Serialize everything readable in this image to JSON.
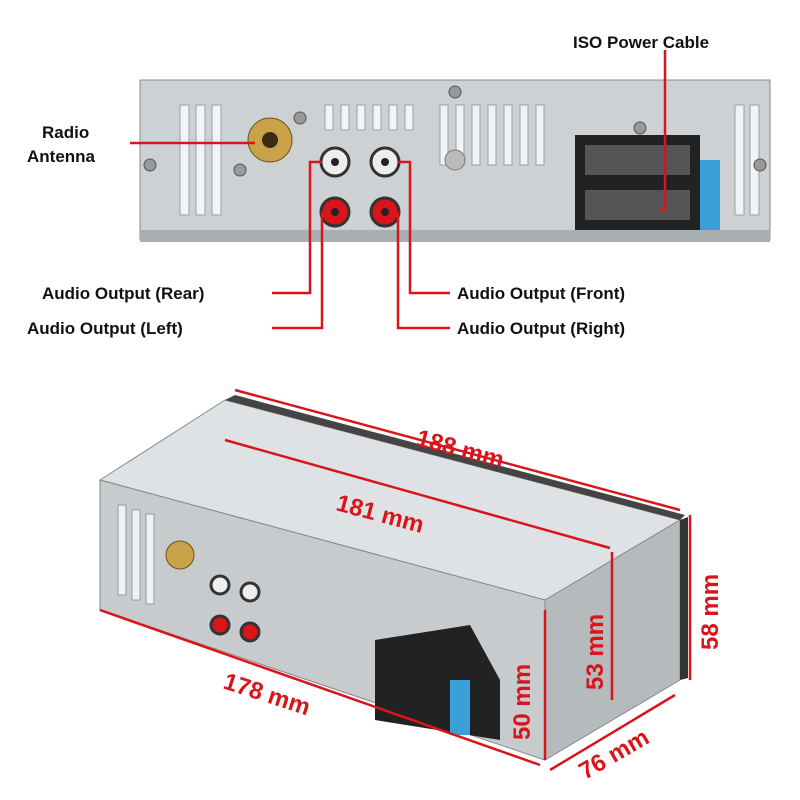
{
  "labels": {
    "iso_power_cable": "ISO Power Cable",
    "radio_antenna_line1": "Radio",
    "radio_antenna_line2": "Antenna",
    "audio_rear": "Audio Output (Rear)",
    "audio_left": "Audio Output (Left)",
    "audio_front": "Audio Output (Front)",
    "audio_right": "Audio Output (Right)"
  },
  "dimensions": {
    "length_outer": "188 mm",
    "length_inner": "181 mm",
    "length_body": "178 mm",
    "height_outer": "58 mm",
    "height_inner": "53 mm",
    "height_body": "50 mm",
    "depth": "76 mm"
  },
  "colors": {
    "accent": "#d9141a",
    "panel": "#d4d7da",
    "connector": "#222222",
    "fuse": "#3aa0d8"
  }
}
